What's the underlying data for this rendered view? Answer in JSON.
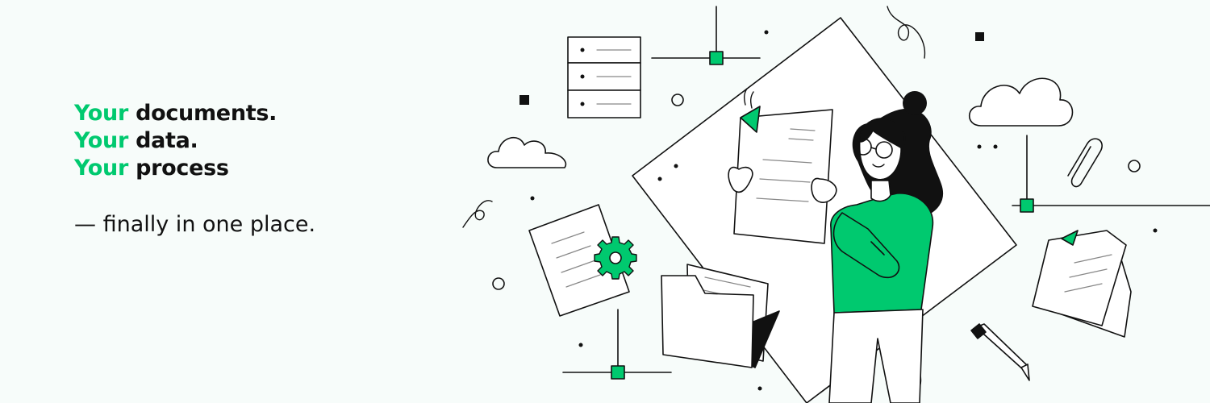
{
  "headline": {
    "lines": [
      {
        "accent": "Your",
        "rest": " documents."
      },
      {
        "accent": "Your",
        "rest": " data."
      },
      {
        "accent": "Your",
        "rest": " process"
      }
    ]
  },
  "tagline": "— finally in one place.",
  "colors": {
    "accent": "#00c96f",
    "ink": "#111111",
    "background": "#f7fcfa"
  },
  "illustration": {
    "icons": [
      "server-rack-icon",
      "cloud-icon",
      "paperclip-icon",
      "document-icon",
      "gear-icon",
      "folder-icon",
      "pencil-icon",
      "network-node-icon"
    ]
  }
}
